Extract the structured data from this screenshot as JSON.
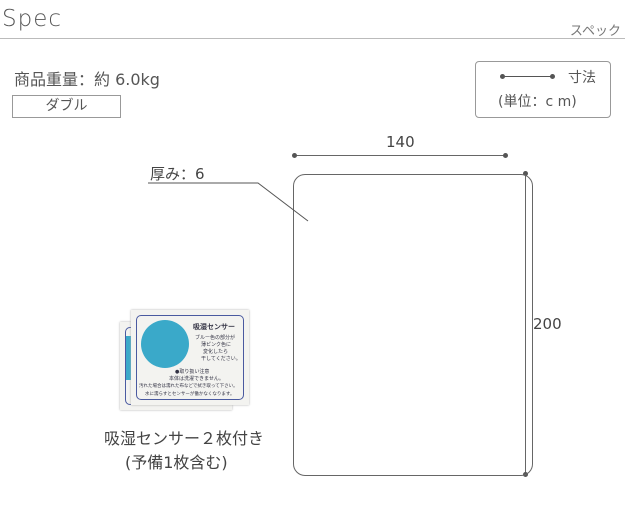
{
  "header": {
    "title": "Spec",
    "subtitle": "スペック"
  },
  "weight": "商品重量：約 6.0kg",
  "size_label": "ダブル",
  "legend": {
    "label": "寸法",
    "unit": "(単位：c m)"
  },
  "dimensions": {
    "width": "140",
    "length": "200",
    "thickness": "厚み：6"
  },
  "sensor": {
    "caption_1": "吸湿センサー２枚付き",
    "caption_2": "(予備1枚含む)",
    "card_title": "吸湿センサー",
    "card_lines": [
      "ブルー色の部分が",
      "薄ピンク色に",
      "変化したら",
      "干してください。",
      "●取り扱い注意",
      "本体は洗濯できません。",
      "汚れた場合は濡れた布などで拭き取って下さい。",
      "水に濡らすとセンサーが働かなくなります。"
    ]
  },
  "colors": {
    "sensor_blue": "#3aa9c9",
    "card_border": "#4a5aa0"
  }
}
